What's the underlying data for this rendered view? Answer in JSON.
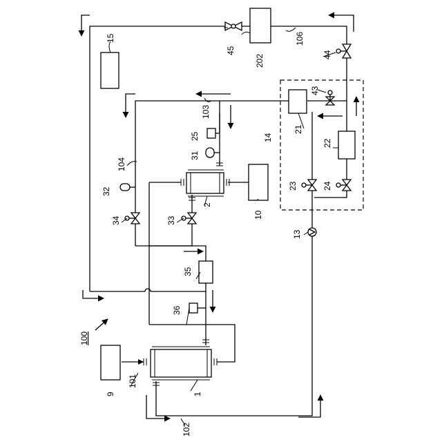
{
  "labels": {
    "l1": "1",
    "l2": "2",
    "l9": "9",
    "l10": "10",
    "l13": "13",
    "l14": "14",
    "l15": "15",
    "l21": "21",
    "l22": "22",
    "l23": "23",
    "l24": "24",
    "l25": "25",
    "l31": "31",
    "l32": "32",
    "l33": "33",
    "l34": "34",
    "l35": "35",
    "l36": "36",
    "l43": "43",
    "l44": "44",
    "l45": "45",
    "l100": "100",
    "l101": "101",
    "l102": "102",
    "l103": "103",
    "l104": "104",
    "l106": "106",
    "l202": "202"
  }
}
